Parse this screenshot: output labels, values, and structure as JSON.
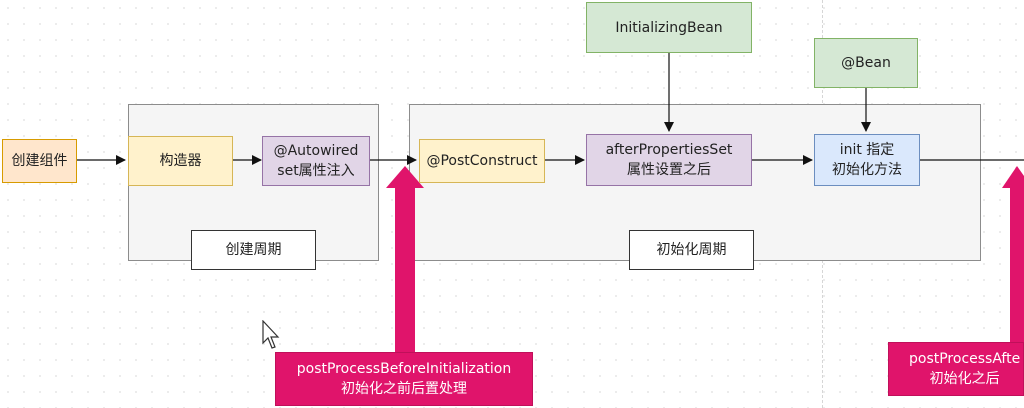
{
  "nodes": {
    "create_component": "创建组件",
    "constructor": "构造器",
    "autowired": "@Autowired\nset属性注入",
    "create_phase": "创建周期",
    "post_construct": "@PostConstruct",
    "after_properties_set": "afterPropertiesSet\n属性设置之后",
    "initializing_bean": "InitializingBean",
    "bean_annotation": "@Bean",
    "init_method": "init 指定\n初始化方法",
    "init_phase": "初始化周期",
    "post_before": "postProcessBeforeInitialization\n初始化之前后置处理",
    "post_after": "postProcessAfte\n初始化之后"
  },
  "colors": {
    "accent_pink": "#e0146b",
    "orange_fill": "#ffe6cc",
    "yellow_fill": "#fff2cc",
    "purple_fill": "#e1d5e7",
    "green_fill": "#d5e8d4",
    "blue_fill": "#dae8fc",
    "group_fill": "#f5f5f5"
  },
  "icons": {
    "cursor": "mouse-pointer-icon"
  }
}
